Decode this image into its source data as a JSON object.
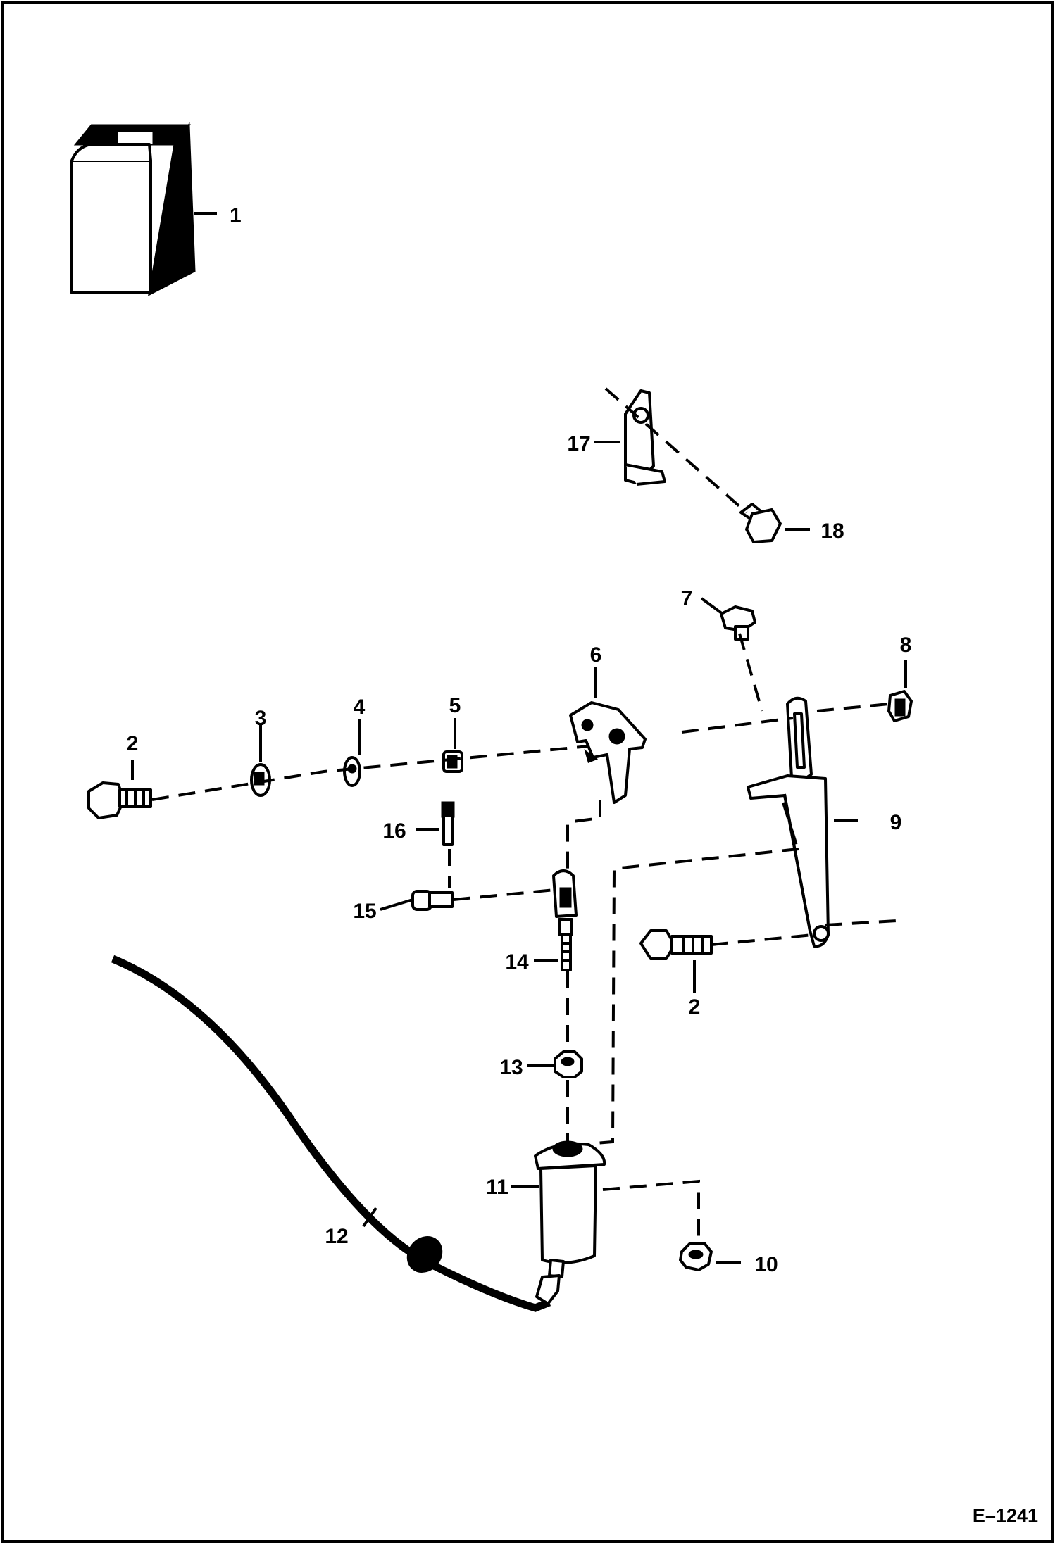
{
  "drawing": {
    "reference": "E–1241",
    "callouts": [
      {
        "id": "1",
        "label": "1"
      },
      {
        "id": "2a",
        "label": "2"
      },
      {
        "id": "2b",
        "label": "2"
      },
      {
        "id": "3",
        "label": "3"
      },
      {
        "id": "4",
        "label": "4"
      },
      {
        "id": "5",
        "label": "5"
      },
      {
        "id": "6",
        "label": "6"
      },
      {
        "id": "7",
        "label": "7"
      },
      {
        "id": "8",
        "label": "8"
      },
      {
        "id": "9",
        "label": "9"
      },
      {
        "id": "10",
        "label": "10"
      },
      {
        "id": "11",
        "label": "11"
      },
      {
        "id": "12",
        "label": "12"
      },
      {
        "id": "13",
        "label": "13"
      },
      {
        "id": "14",
        "label": "14"
      },
      {
        "id": "15",
        "label": "15"
      },
      {
        "id": "16",
        "label": "16"
      },
      {
        "id": "17",
        "label": "17"
      },
      {
        "id": "18",
        "label": "18"
      }
    ]
  }
}
